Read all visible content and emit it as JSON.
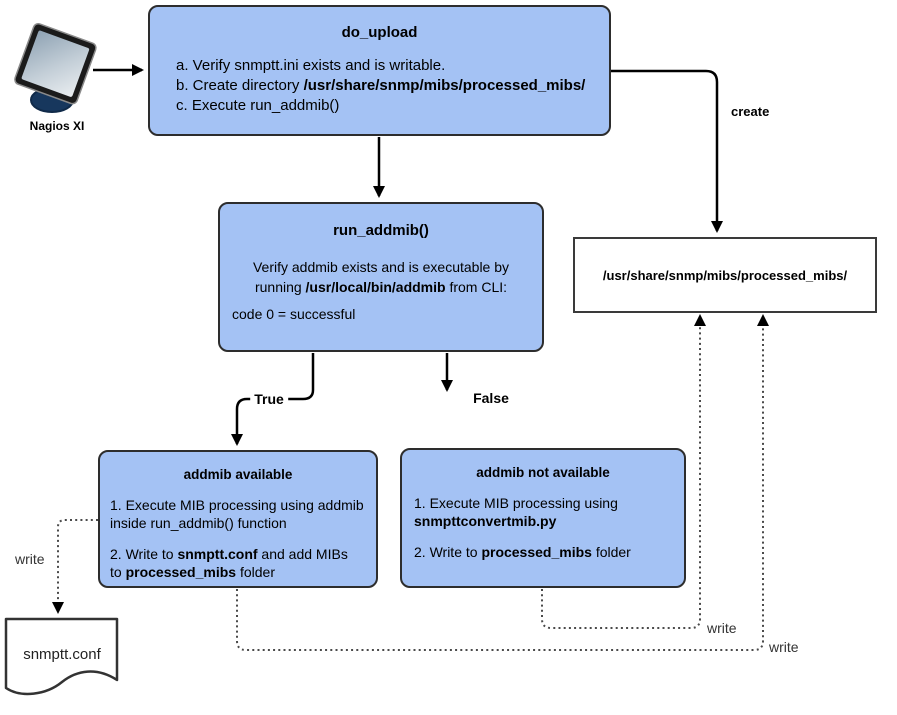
{
  "diagram": {
    "nodes": {
      "nagios": {
        "label": "Nagios XI"
      },
      "do_upload": {
        "title": "do_upload",
        "line_a": "a. Verify snmptt.ini exists and is writable.",
        "line_b_prefix": "b. Create directory ",
        "line_b_bold": "/usr/share/snmp/mibs/processed_mibs/",
        "line_c": "c. Execute run_addmib()"
      },
      "run_addmib": {
        "title": "run_addmib()",
        "line1": "Verify addmib exists and is executable by",
        "line2_prefix": "running ",
        "line2_bold": "/usr/local/bin/addmib",
        "line2_suffix": " from CLI:",
        "code_line": "code 0 = successful"
      },
      "addmib_available": {
        "title": "addmib available",
        "item1_line1": "1. Execute MIB processing using addmib",
        "item1_line2": "inside run_addmib() function",
        "item2_prefix": "2. Write to ",
        "item2_bold1": "snmptt.conf",
        "item2_suffix1": " and add MIBs",
        "item2_line2_prefix": "to ",
        "item2_bold2": "processed_mibs",
        "item2_suffix2": " folder"
      },
      "addmib_not_available": {
        "title": "addmib not available",
        "item1_line1": "1. Execute MIB processing using",
        "item1_bold": "snmpttconvertmib.py",
        "item2_prefix": "2. Write to ",
        "item2_bold": "processed_mibs",
        "item2_suffix": " folder"
      },
      "processed_mibs_dir": {
        "label": "/usr/share/snmp/mibs/processed_mibs/"
      },
      "snmptt_conf": {
        "label": "snmptt.conf"
      }
    },
    "edge_labels": {
      "create": "create",
      "true_branch": "True",
      "false_branch": "False",
      "write_left": "write",
      "write_mid": "write",
      "write_right": "write"
    },
    "colors": {
      "node_fill": "#a4c2f4",
      "node_border": "#2d2d2d",
      "connector": "#000000",
      "dotted": "#4a4a4a",
      "stand": "#17375d"
    }
  }
}
